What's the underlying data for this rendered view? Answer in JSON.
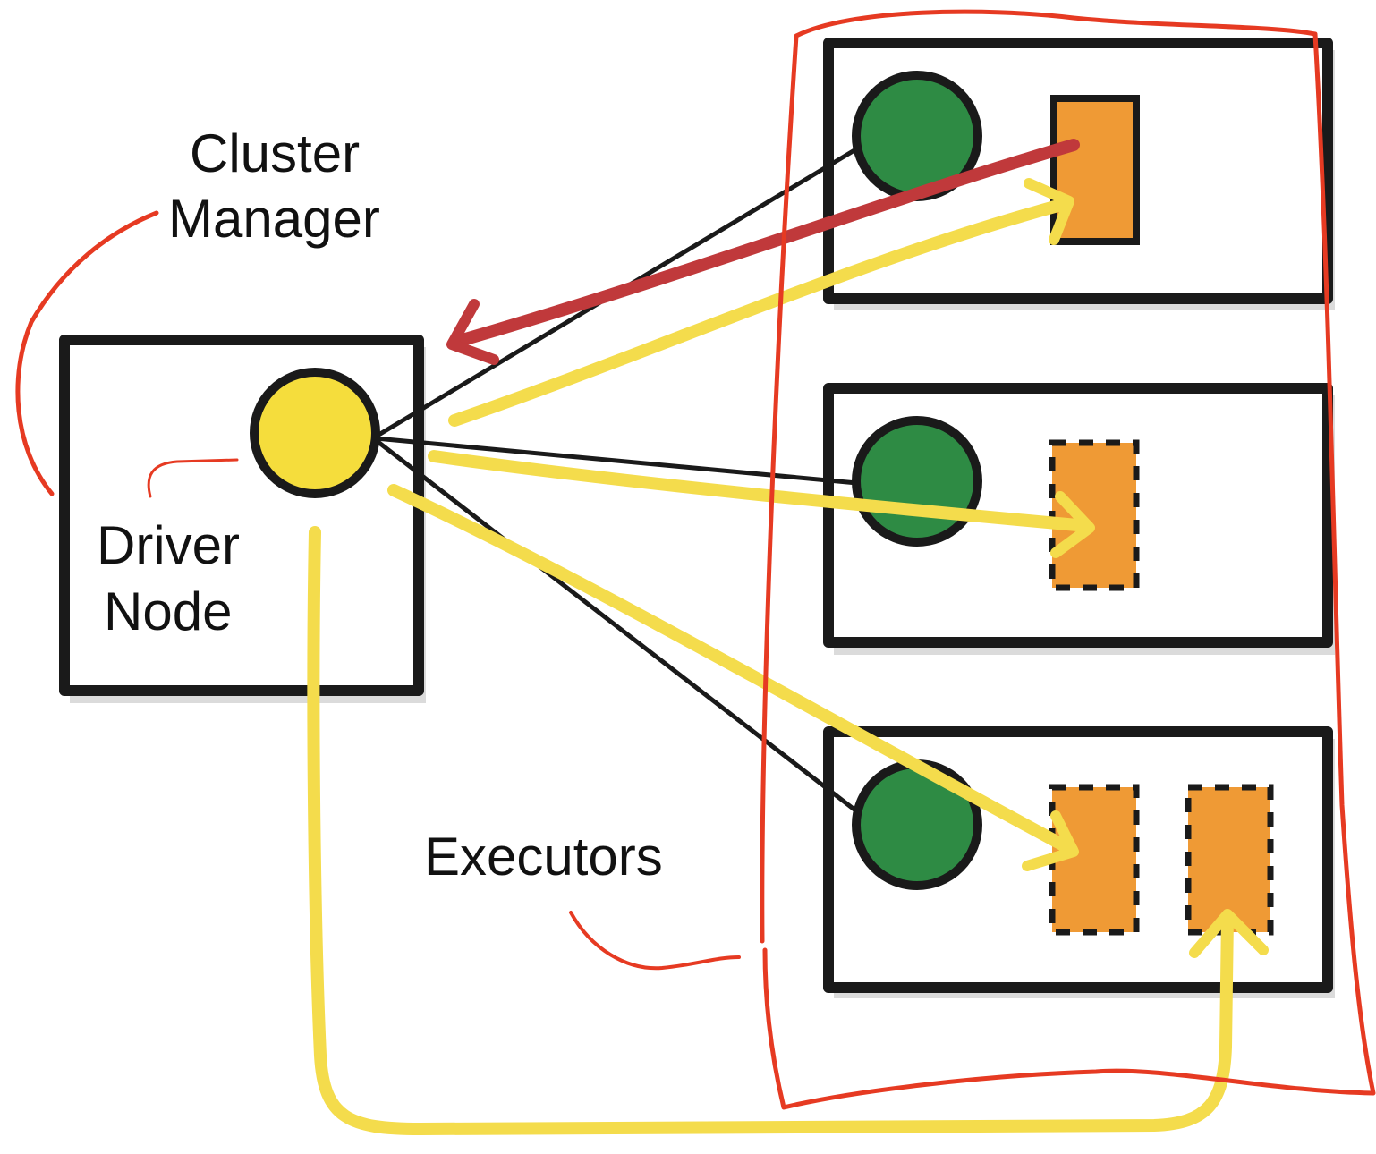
{
  "labels": {
    "cluster_manager_line1": "Cluster",
    "cluster_manager_line2": "Manager",
    "driver_line1": "Driver",
    "driver_line2": "Node",
    "executors": "Executors"
  },
  "colors": {
    "driver_circle": "#f5dd3c",
    "executor_circle": "#2e8b44",
    "task": "#ef9a35",
    "yellow_arrow": "#f4dc4c",
    "red_arrow": "#c0393b",
    "red_outline": "#e63a22"
  }
}
